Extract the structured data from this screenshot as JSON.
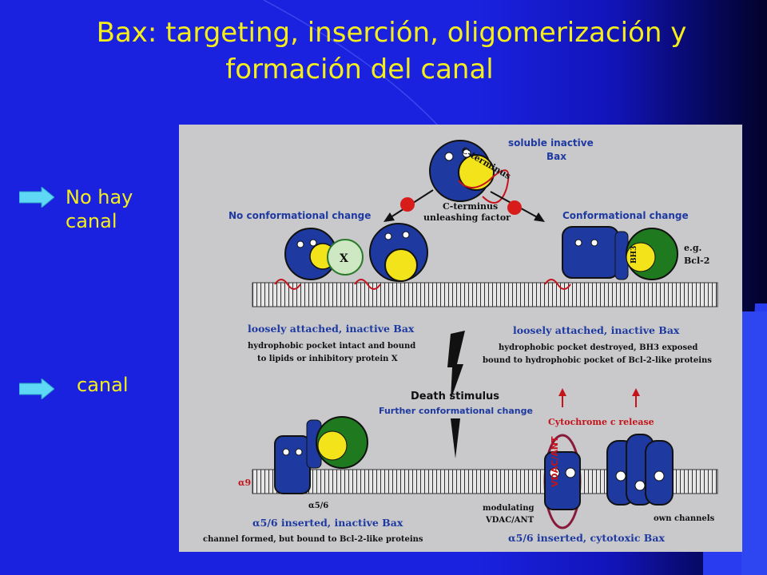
{
  "slide": {
    "title_line1": "Bax: targeting, inserción, oligomerización y",
    "title_line2": "formación del canal",
    "bullets": [
      {
        "line1": "No hay",
        "line2": "canal"
      },
      {
        "line1": "canal"
      }
    ],
    "colors": {
      "background": "#1a22e0",
      "title": "#f5ee1a",
      "arrow": "#5fd8f5"
    }
  },
  "figure": {
    "top_label_1": "soluble inactive",
    "top_label_2": "Bax",
    "c_terminus": "C-terminus",
    "factor_1": "C-terminus",
    "factor_2": "unleashing factor",
    "no_change": "No conformational change",
    "change": "Conformational change",
    "x_label": "X",
    "bh3_label": "BH3",
    "eg_1": "e.g.",
    "eg_2": "Bcl-2",
    "left_state_1": "loosely attached, inactive Bax",
    "left_state_2": "hydrophobic pocket intact and bound",
    "left_state_3": "to lipids or inhibitory protein X",
    "right_state_1": "loosely attached, inactive Bax",
    "right_state_2": "hydrophobic pocket destroyed, BH3 exposed",
    "right_state_3": "bound to hydrophobic pocket of Bcl-2-like proteins",
    "death": "Death stimulus",
    "further": "Further conformational change",
    "cyto": "Cytochrome c release",
    "alpha9": "α9",
    "alpha56_small": "α5/6",
    "bottom_left_1": "α5/6 inserted, inactive Bax",
    "bottom_left_2": "channel formed, but bound to Bcl-2-like proteins",
    "vdac": "VDAC/ANT",
    "mod_1": "modulating",
    "mod_2": "VDAC/ANT",
    "own": "own channels",
    "bottom_right": "α5/6 inserted, cytotoxic Bax"
  }
}
